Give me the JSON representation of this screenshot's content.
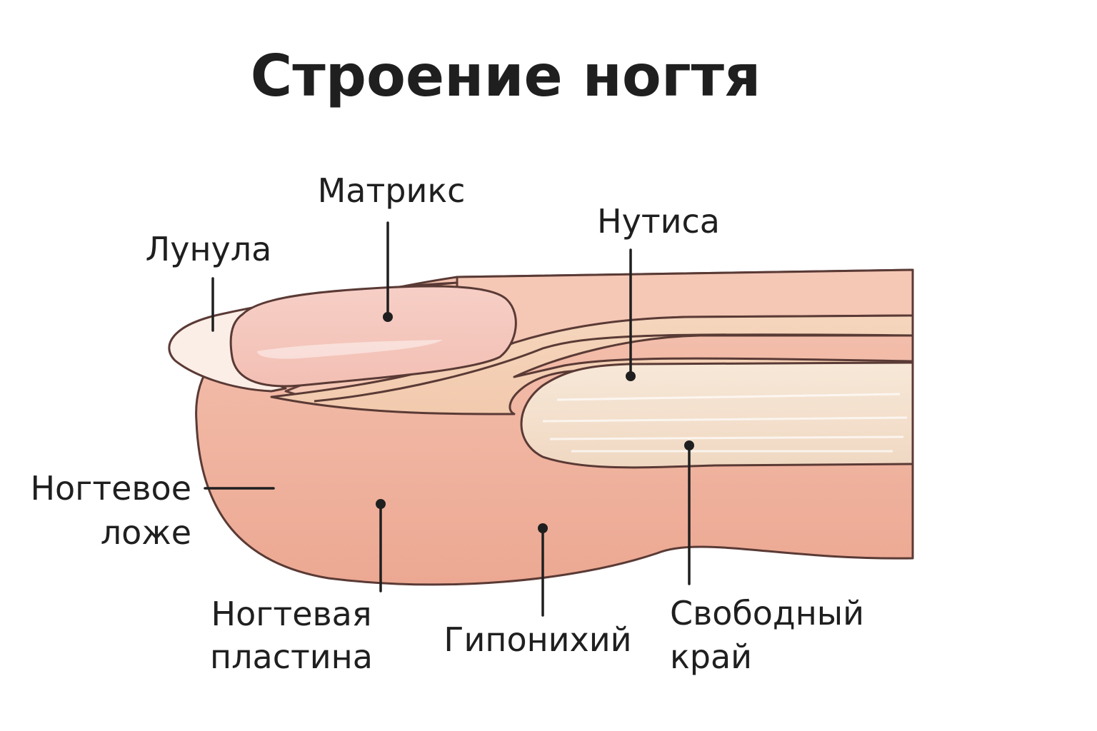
{
  "title": "Строение ногтя",
  "labels": {
    "lunula": "Лунула",
    "matrix": "Матрикс",
    "cuticle": "Нутиса",
    "nail_bed_line1": "Ногтевое",
    "nail_bed_line2": "ложе",
    "nail_plate_line1": "Ногтевая",
    "nail_plate_line2": "пластина",
    "hyponychium": "Гипонихий",
    "free_edge_line1": "Свободный",
    "free_edge_line2": "край"
  },
  "colors": {
    "skin": "#f2b8a3",
    "skin_dark": "#e9a690",
    "nail_pink": "#f7d0c6",
    "nail_pale": "#f9e3d6",
    "free_edge": "#f4e0cc",
    "outline": "#5a3a35",
    "text": "#1f1f1f"
  }
}
